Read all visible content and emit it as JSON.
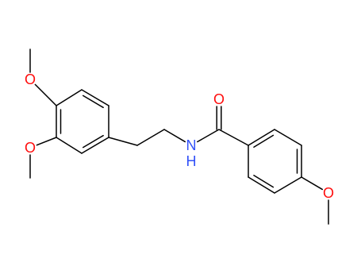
{
  "molecule": {
    "atoms": [
      {
        "id": "o_top_ring_left",
        "element": "O",
        "label": "O"
      },
      {
        "id": "o_bottom_ring_left",
        "element": "O",
        "label": "O"
      },
      {
        "id": "n_amide",
        "element": "N",
        "label": "N",
        "implicit_h": "H"
      },
      {
        "id": "o_carbonyl",
        "element": "O",
        "label": "O"
      },
      {
        "id": "o_para_ring_right",
        "element": "O",
        "label": "O"
      }
    ]
  },
  "colors": {
    "bond": "#000000",
    "oxygen": "#ff0d0d",
    "nitrogen": "#3050f8",
    "background": "#ffffff"
  }
}
